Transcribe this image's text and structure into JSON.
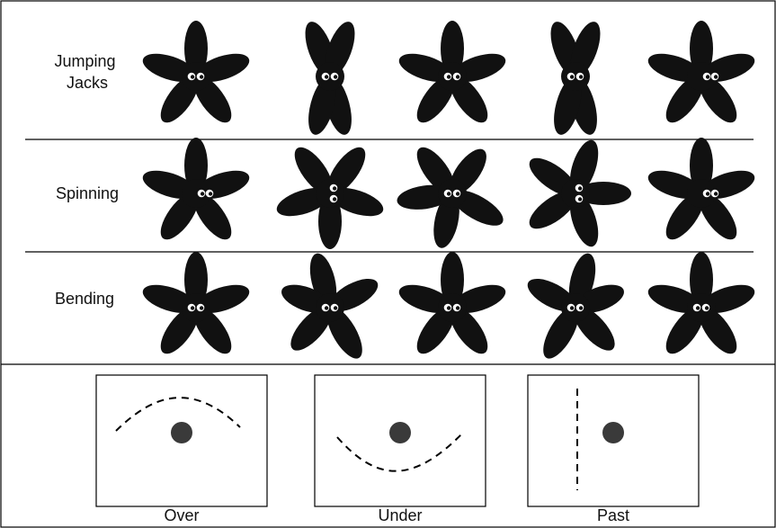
{
  "colors": {
    "creature": "#111111",
    "eye_white": "#ffffff",
    "pupil": "#111111",
    "ball": "#3a3a3a",
    "frame": "#000000",
    "path": "#000000"
  },
  "motion_rows": [
    {
      "label_lines": [
        "Jumping",
        "Jacks"
      ],
      "figures": [
        {
          "pose": "star",
          "eyes": "center"
        },
        {
          "pose": "arms-up",
          "eyes": "center"
        },
        {
          "pose": "star",
          "eyes": "center"
        },
        {
          "pose": "arms-up",
          "eyes": "center"
        },
        {
          "pose": "star",
          "eyes": "right"
        }
      ]
    },
    {
      "label_lines": [
        "Spinning"
      ],
      "figures": [
        {
          "pose": "star",
          "eyes": "right"
        },
        {
          "pose": "rotated-cw",
          "eyes": "stacked"
        },
        {
          "pose": "rotated-180",
          "eyes": "center"
        },
        {
          "pose": "rotated-ccw",
          "eyes": "stacked"
        },
        {
          "pose": "star",
          "eyes": "right"
        }
      ]
    },
    {
      "label_lines": [
        "Bending"
      ],
      "figures": [
        {
          "pose": "star",
          "eyes": "center"
        },
        {
          "pose": "bent-left",
          "eyes": "center"
        },
        {
          "pose": "star",
          "eyes": "center"
        },
        {
          "pose": "bent-right",
          "eyes": "center"
        },
        {
          "pose": "star",
          "eyes": "center"
        }
      ]
    }
  ],
  "path_panels": [
    {
      "label": "Over",
      "path": "arc-over"
    },
    {
      "label": "Under",
      "path": "arc-under"
    },
    {
      "label": "Past",
      "path": "vertical-line"
    }
  ]
}
